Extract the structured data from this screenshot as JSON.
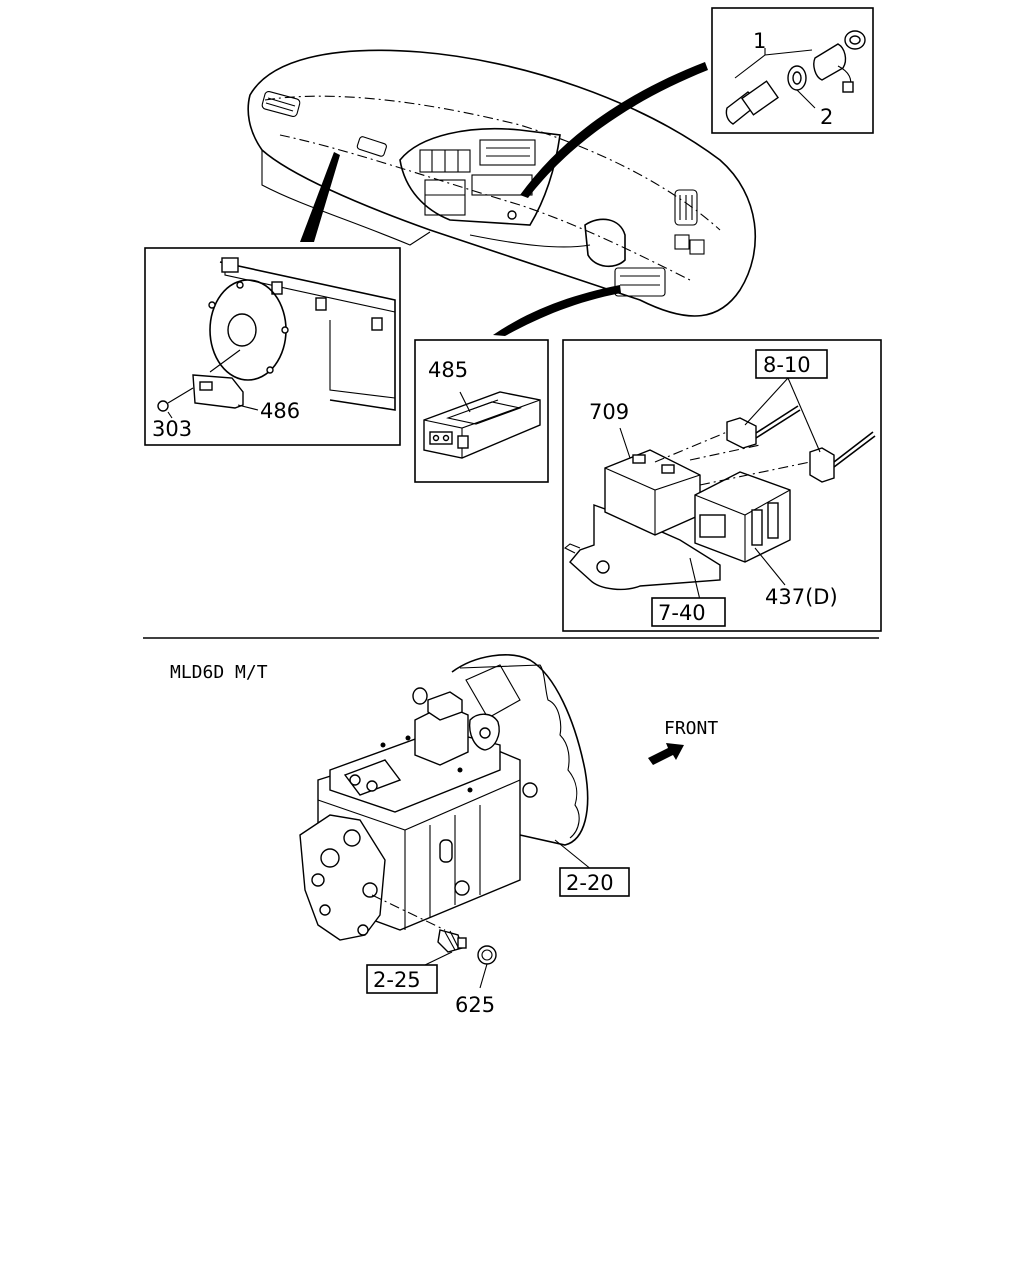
{
  "labels": {
    "p1": "1",
    "p2": "2",
    "p303": "303",
    "p486": "486",
    "p485": "485",
    "p709": "709",
    "p8_10": "8-10",
    "p437d": "437(D)",
    "p7_40": "7-40",
    "section_title": "MLD6D M/T",
    "front": "FRONT",
    "p2_20": "2-20",
    "p2_25": "2-25",
    "p625": "625"
  }
}
